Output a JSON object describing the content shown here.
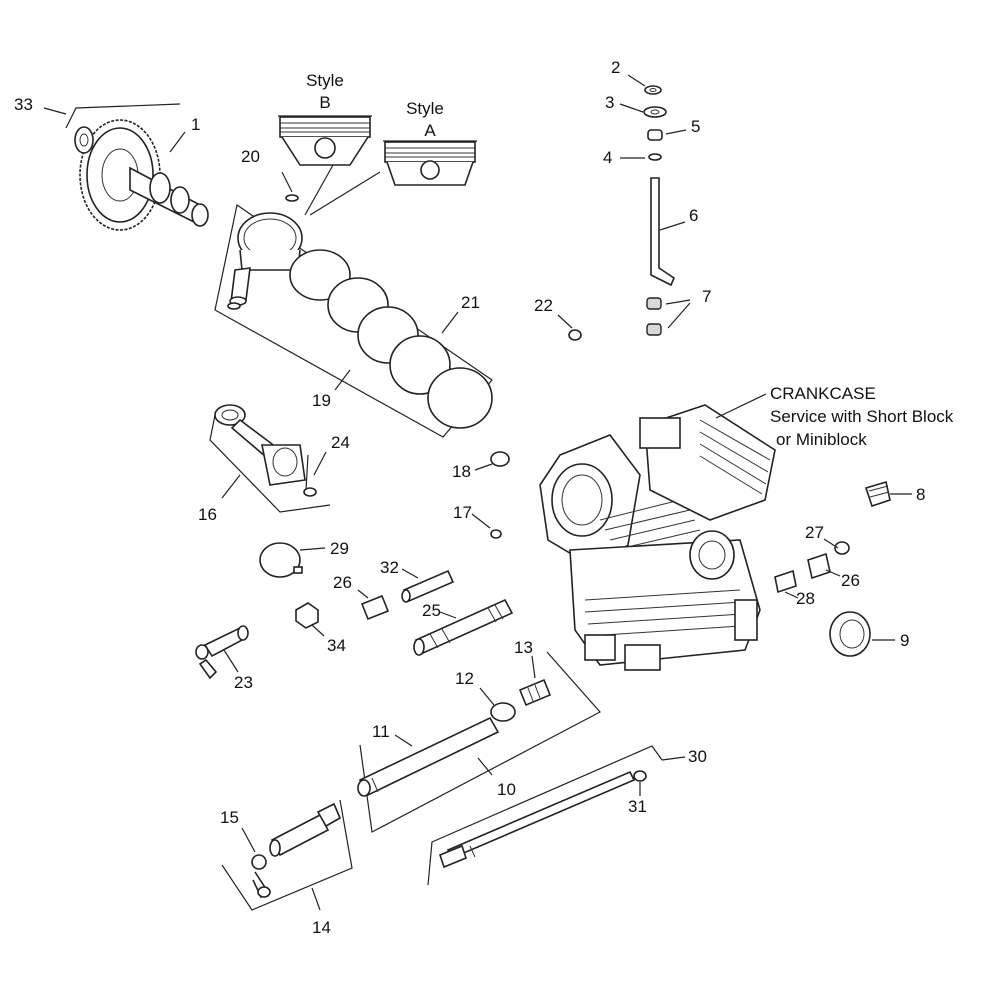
{
  "labels": {
    "crankcase_title": "CRANKCASE",
    "crankcase_sub1": "Service with Short Block",
    "crankcase_sub2": "or Miniblock",
    "style_b_1": "Style",
    "style_b_2": "B",
    "style_a_1": "Style",
    "style_a_2": "A"
  },
  "callouts": {
    "c1": "1",
    "c2": "2",
    "c3": "3",
    "c4": "4",
    "c5": "5",
    "c6": "6",
    "c7": "7",
    "c8": "8",
    "c9": "9",
    "c10": "10",
    "c11": "11",
    "c12": "12",
    "c13": "13",
    "c14": "14",
    "c15": "15",
    "c16": "16",
    "c17": "17",
    "c18": "18",
    "c19": "19",
    "c20": "20",
    "c21": "21",
    "c22": "22",
    "c23": "23",
    "c24": "24",
    "c25": "25",
    "c26a": "26",
    "c26b": "26",
    "c27": "27",
    "c28": "28",
    "c29": "29",
    "c30": "30",
    "c31": "31",
    "c32": "32",
    "c33": "33",
    "c34": "34"
  }
}
